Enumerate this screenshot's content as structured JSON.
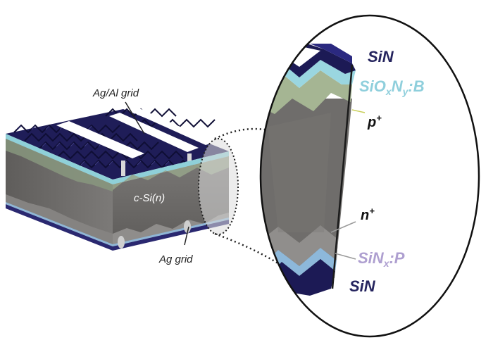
{
  "labels": {
    "ag_al_grid": "Ag/Al grid",
    "c_si": "c-Si(n)",
    "ag_grid": "Ag grid",
    "sin_top": "SiN",
    "sioxny": {
      "base": "SiO",
      "s1": "x",
      "mid": "N",
      "s2": "y",
      "tail": ":B"
    },
    "p_plus": {
      "base": "p",
      "sup": "+"
    },
    "n_plus": {
      "base": "n",
      "sup": "+"
    },
    "sinx_p": {
      "base": "SiN",
      "sub": "x",
      "tail": ":P"
    },
    "sin_bottom": "SiN"
  },
  "colors": {
    "sin": "#1c1a55",
    "sioxny": "#8fd0d8",
    "p_plus": "#a9bb96",
    "bulk": "#6d6b69",
    "n_plus": "#8e8c8a",
    "sinx_p": "#a598c8",
    "label_dark": "#25245e",
    "label_light_blue": "#8fcfdc",
    "label_lavender": "#ae9fd0"
  }
}
